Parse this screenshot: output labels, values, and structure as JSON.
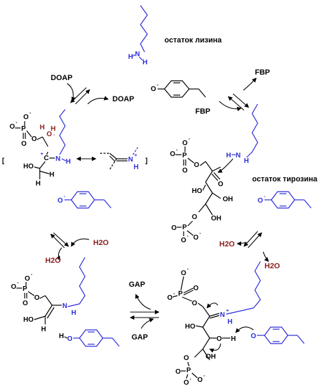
{
  "labels": {
    "lysine_residue": "остаток лизина",
    "tyrosine_residue": "остаток тирозина",
    "doap_in": "DOAP",
    "doap_out": "DOAP",
    "fbp_out": "FBP",
    "fbp_in": "FBP",
    "h2o_left_in": "H2O",
    "h2o_left_out": "H2O",
    "h2o_right_in": "H2O",
    "h2o_right_out": "H2O",
    "gap_top": "GAP",
    "gap_bottom": "GAP"
  },
  "atoms": {
    "O": "O",
    "P": "P",
    "N": "N",
    "H": "H",
    "HO": "HO",
    "OH": "OH",
    "C": "C",
    "minus": "-",
    "plus": "+",
    "bracket_open": "[",
    "bracket_close": "]",
    "H2O": "H2O"
  },
  "colors": {
    "protein_blue": "#2a2ad8",
    "water_red": "#8b1a1a",
    "bonds": "#000000"
  }
}
